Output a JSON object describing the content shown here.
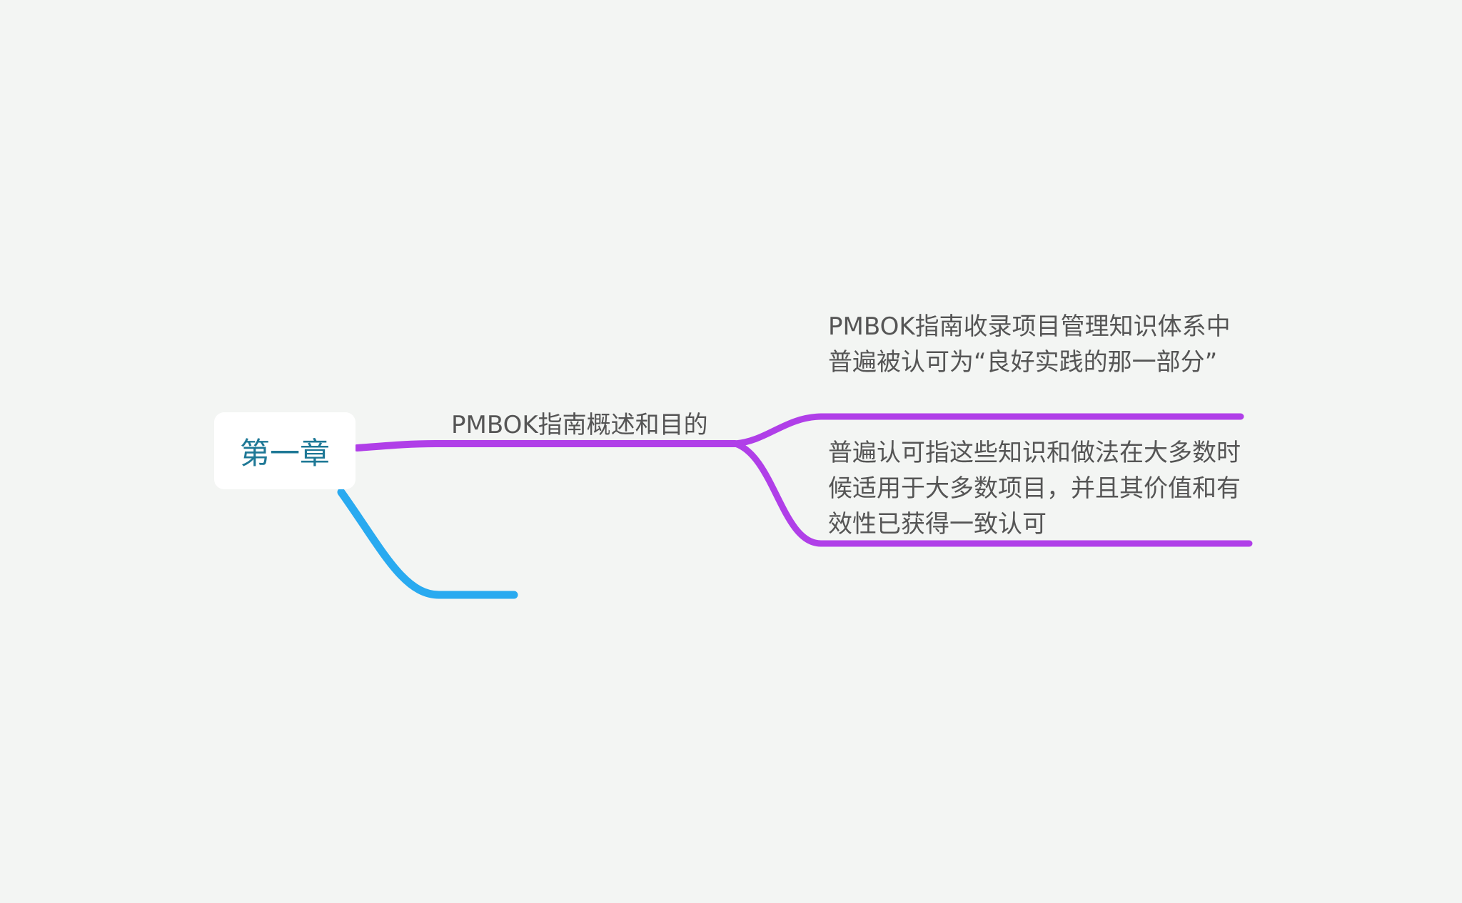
{
  "mindmap": {
    "central_topic": {
      "label": "第一章"
    },
    "main_topic": {
      "label": "PMBOK指南概述和目的"
    },
    "subtopics": [
      {
        "label": "PMBOK指南收录项目管理知识体系中普遍被认可为“良好实践的那一部分”"
      },
      {
        "label": "普遍认可指这些知识和做法在大多数时候适用于大多数项目，并且其价值和有效性已获得一致认可"
      }
    ],
    "empty_branch": {
      "label": ""
    }
  },
  "colors": {
    "background": "#f3f5f3",
    "central_text": "#1e7896",
    "branch_purple": "#b03fe8",
    "branch_blue": "#29aaf0",
    "topic_text": "#555555"
  }
}
